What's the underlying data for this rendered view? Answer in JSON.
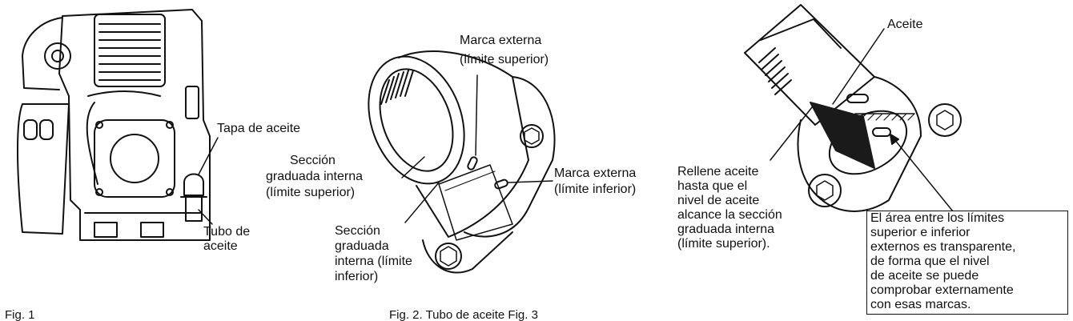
{
  "fig1": {
    "labels": {
      "oil_cap": "Tapa de aceite",
      "oil_tube": [
        "Tubo de",
        "aceite"
      ]
    },
    "caption": "Fig. 1"
  },
  "fig2": {
    "labels": {
      "outer_mark_upper": [
        "Marca externa",
        "(límite superior)"
      ],
      "outer_mark_lower": [
        "Marca externa",
        "(límite inferior)"
      ],
      "inner_section_upper": [
        "Sección",
        "graduada interna",
        "(límite superior)"
      ],
      "inner_section_lower": [
        "Sección",
        "graduada",
        "interna (límite",
        "inferior)"
      ]
    },
    "caption": "Fig. 2. Tubo de aceite Fig. 3"
  },
  "fig3": {
    "labels": {
      "oil": "Aceite",
      "fill_instruction": [
        "Rellene aceite",
        "hasta que el",
        "nivel de aceite",
        "alcance la sección",
        "graduada interna",
        "(límite superior)."
      ]
    },
    "note": [
      "El área entre los límites",
      "superior e inferior",
      "externos es transparente,",
      "de forma que el nivel",
      "de aceite se puede",
      "comprobar externamente",
      "con esas marcas."
    ]
  },
  "colors": {
    "line": "#111111",
    "background": "#ffffff",
    "oil_fill": "#1a1a1a"
  }
}
